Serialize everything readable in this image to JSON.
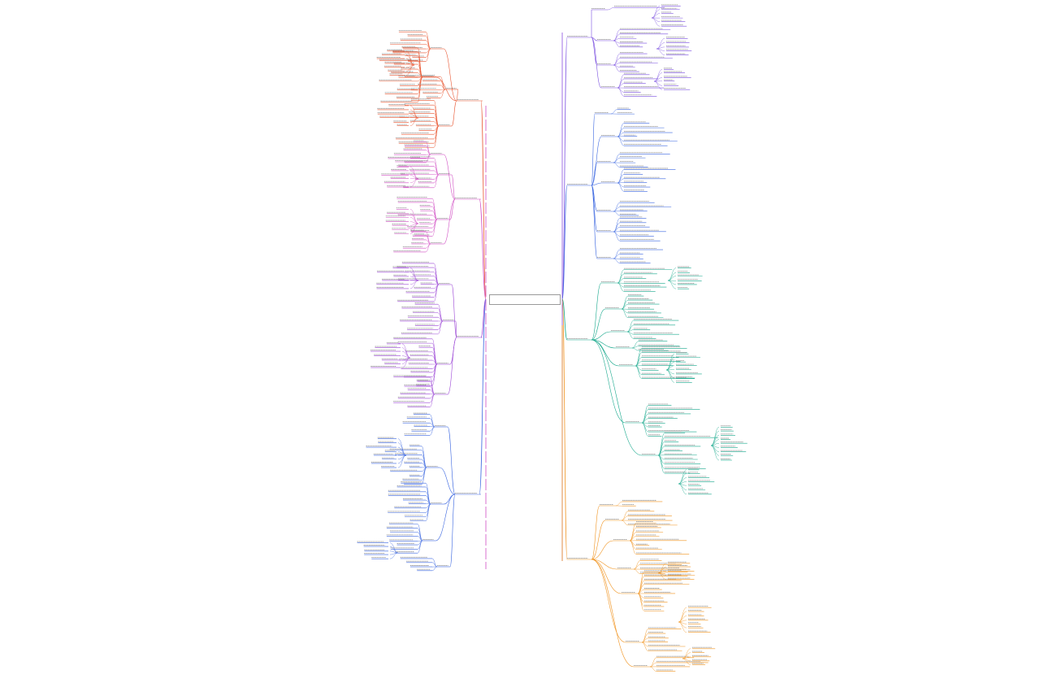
{
  "root": {
    "title_line1": "",
    "title_line2": ""
  },
  "colors": {
    "red": "#e8532e",
    "pink": "#d14fc4",
    "purple": "#9b45d6",
    "blue": "#3a66e0",
    "violet": "#7a4fe0",
    "teal": "#17a88c",
    "orange": "#f0931f",
    "spine_purple": "#8a4fe0",
    "spine_orange": "#f0931f",
    "text": "#555555"
  },
  "branches": {
    "left": [
      {
        "name": "branch-red",
        "color": "red"
      },
      {
        "name": "branch-pink",
        "color": "pink"
      },
      {
        "name": "branch-purple",
        "color": "purple"
      },
      {
        "name": "branch-blue",
        "color": "blue"
      }
    ],
    "right": [
      {
        "name": "branch-violet",
        "color": "violet"
      },
      {
        "name": "branch-blue-right",
        "color": "blue"
      },
      {
        "name": "branch-teal",
        "color": "teal"
      },
      {
        "name": "branch-orange",
        "color": "orange"
      }
    ]
  }
}
